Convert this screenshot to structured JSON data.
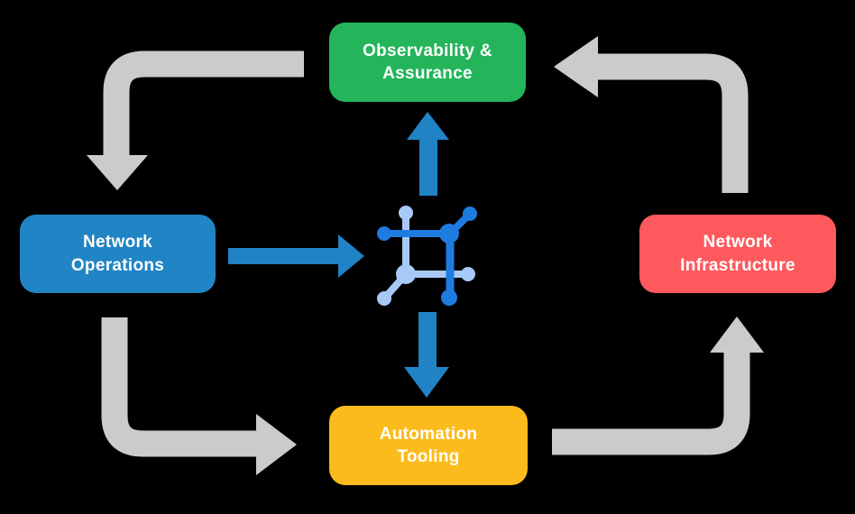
{
  "diagram": {
    "background_color": "#000000",
    "nodes": {
      "observability": {
        "line1": "Observability &",
        "line2": "Assurance",
        "color": "#24b45a"
      },
      "operations": {
        "line1": "Network",
        "line2": "Operations",
        "color": "#2185c5"
      },
      "infrastructure": {
        "line1": "Network",
        "line2": "Infrastructure",
        "color": "#fe595d"
      },
      "automation": {
        "line1": "Automation",
        "line2": "Tooling",
        "color": "#fcbb1d"
      }
    },
    "arrows": {
      "gray_color": "#cbcbcb",
      "blue_color": "#2182c6",
      "flow": [
        {
          "name": "observability-to-operations",
          "style": "gray-elbow",
          "direction": "down"
        },
        {
          "name": "infrastructure-to-observability",
          "style": "gray-elbow",
          "direction": "left"
        },
        {
          "name": "operations-to-automation",
          "style": "gray-elbow",
          "direction": "right"
        },
        {
          "name": "automation-to-infrastructure",
          "style": "gray-elbow",
          "direction": "up"
        },
        {
          "name": "operations-to-platform",
          "style": "blue-straight",
          "direction": "right"
        },
        {
          "name": "platform-to-observability",
          "style": "blue-straight",
          "direction": "up"
        },
        {
          "name": "platform-to-automation",
          "style": "blue-straight",
          "direction": "down"
        }
      ]
    },
    "center_icon": {
      "name": "network-platform-icon",
      "dark_blue": "#1e7be0",
      "light_blue": "#a8c9f7"
    },
    "text_color": "#ffffff"
  }
}
